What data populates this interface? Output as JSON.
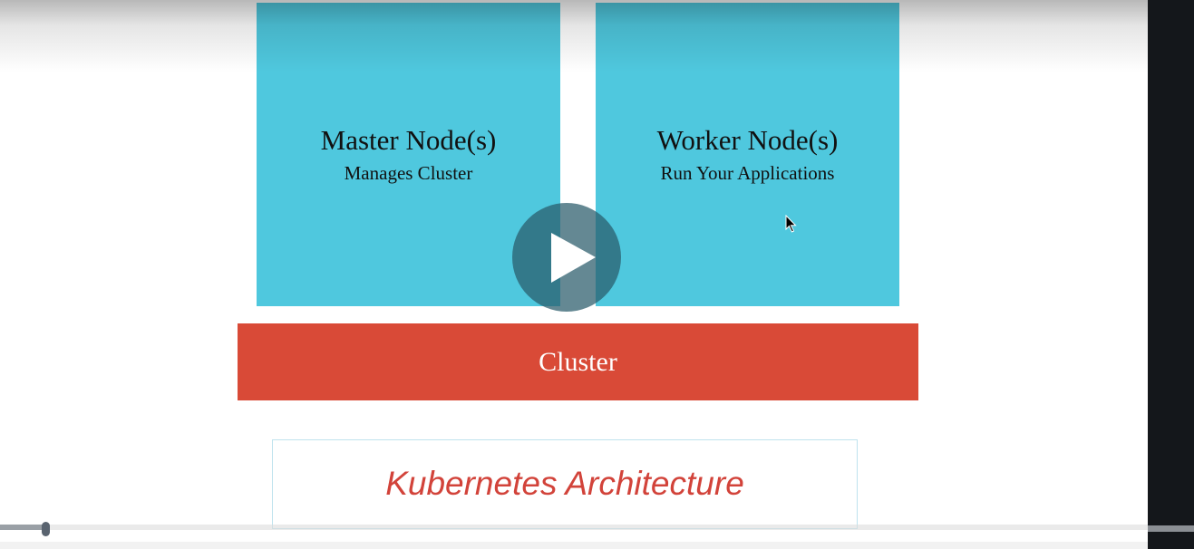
{
  "diagram": {
    "master": {
      "title": "Master Node(s)",
      "subtitle": "Manages Cluster"
    },
    "worker": {
      "title": "Worker Node(s)",
      "subtitle": "Run Your Applications"
    },
    "cluster_label": "Cluster",
    "node_color": "#4fc8de",
    "cluster_color": "#d94a37"
  },
  "caption": {
    "text": "Kubernetes Architecture",
    "color": "#d2433a"
  },
  "player": {
    "play_icon": "play-icon",
    "progress_fraction": 0.04
  }
}
